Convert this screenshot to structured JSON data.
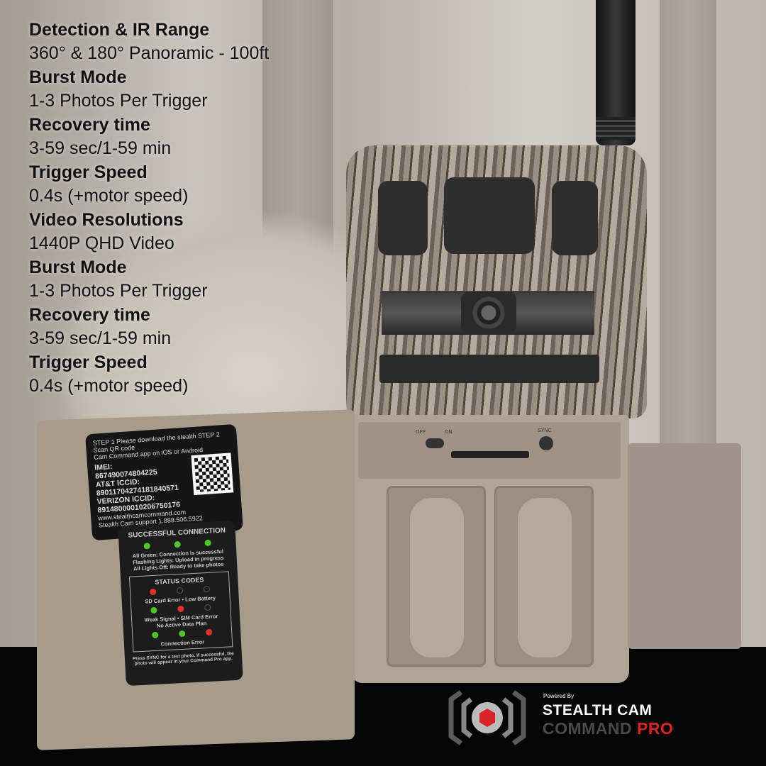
{
  "specs": [
    {
      "heading": "Detection & IR Range",
      "value": "360° & 180° Panoramic - 100ft"
    },
    {
      "heading": "Burst Mode",
      "value": "1-3 Photos Per Trigger"
    },
    {
      "heading": "Recovery time",
      "value": "3-59 sec/1-59 min"
    },
    {
      "heading": "Trigger Speed",
      "value": "0.4s (+motor speed)"
    },
    {
      "heading": "Video Resolutions",
      "value": "1440P QHD Video"
    },
    {
      "heading": "Burst Mode",
      "value": "1-3 Photos Per Trigger"
    },
    {
      "heading": "Recovery time",
      "value": "3-59 sec/1-59 min"
    },
    {
      "heading": "Trigger Speed",
      "value": "0.4s (+motor speed)"
    }
  ],
  "camera": {
    "switch_off": "OFF",
    "switch_on": "ON",
    "sync": "SYNC",
    "label1": {
      "step": "STEP 1 Please download the stealth  STEP 2 Scan QR code",
      "app": "Cam Command app on iOS or Android",
      "imei_label": "IMEI:",
      "imei": "867490074804225",
      "att_label": "AT&T ICCID:",
      "att": "89011704274181840571",
      "verizon_label": "VERIZON ICCID:",
      "verizon": "89148000010206750176",
      "web": "www.stealthcamcommand.com",
      "support": "Stealth Cam support 1.888.506.5922"
    },
    "label2": {
      "title": "SUCCESSFUL CONNECTION",
      "green": "All Green: Connection is successful",
      "flashing": "Flashing Lights: Upload in progress",
      "off": "All Lights Off: Ready to take photos",
      "status": "STATUS CODES",
      "sd": "SD Card Error • Low Battery",
      "weak": "Weak Signal • SIM Card Error",
      "plan": "No Active Data Plan",
      "conn": "Connection Error",
      "press": "Press SYNC for a test photo. If successful, the photo will appear in your Command Pro app."
    }
  },
  "brand": {
    "powered": "Powered By",
    "line1": "STEALTH CAM",
    "line2a": "COMMAND",
    "line2b": "PRO",
    "colors": {
      "red": "#d9232a",
      "gray": "#4a4a4a"
    }
  }
}
